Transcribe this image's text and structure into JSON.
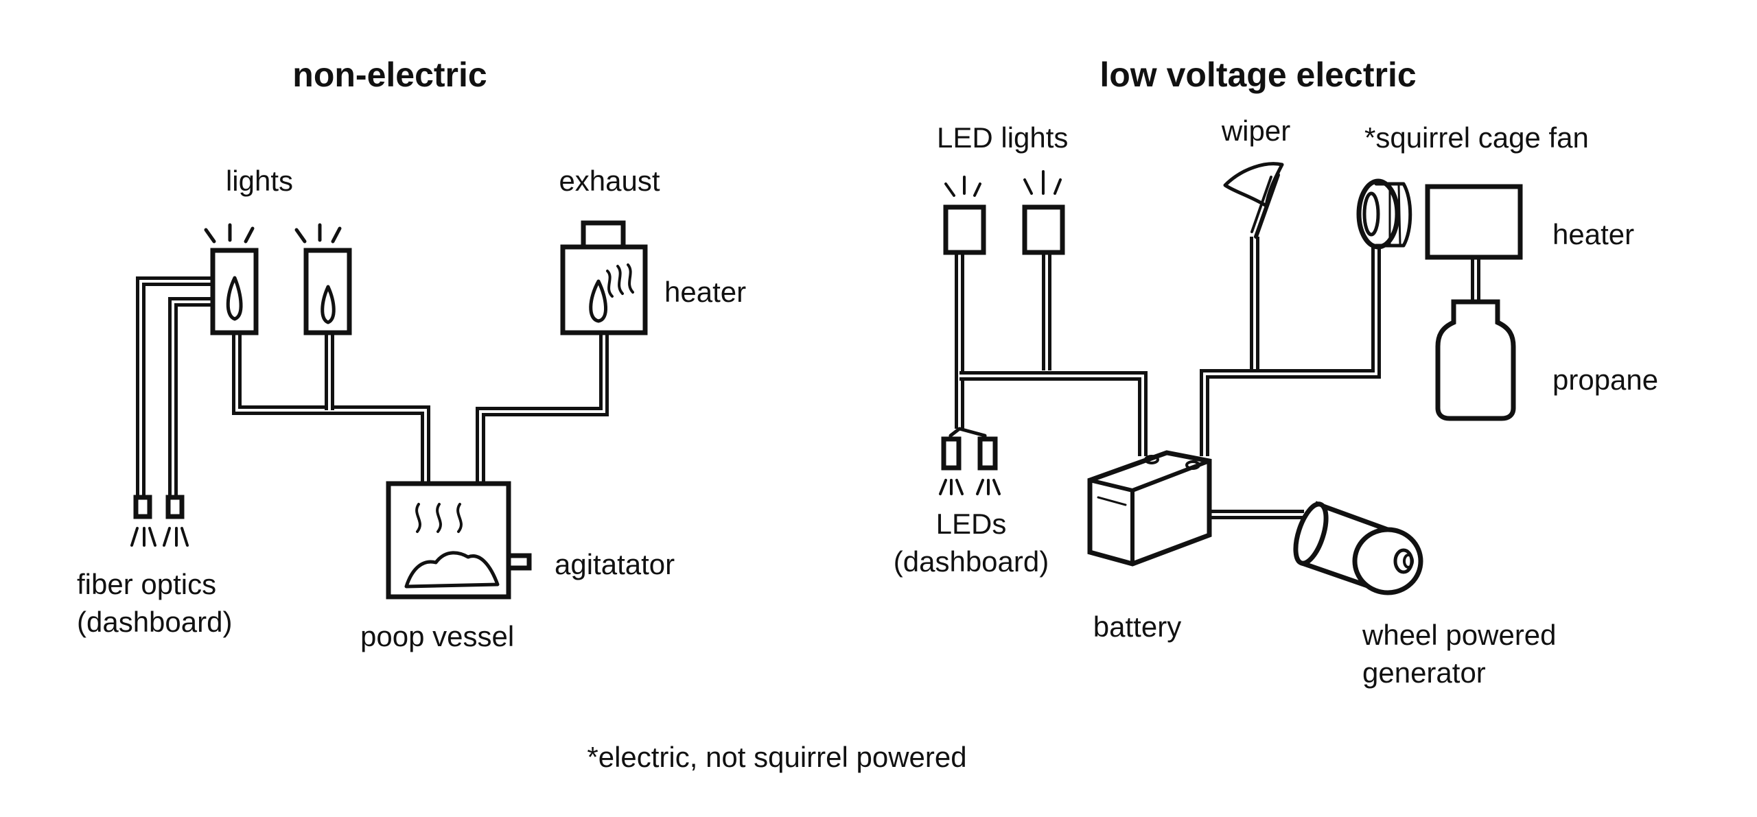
{
  "colors": {
    "ink": "#111111",
    "paper": "#ffffff"
  },
  "left_panel": {
    "title": "non-electric",
    "labels": {
      "lights": "lights",
      "exhaust": "exhaust",
      "heater": "heater",
      "fiber_optics_line1": "fiber optics",
      "fiber_optics_line2": "(dashboard)",
      "agitatator": "agitatator",
      "poop_vessel": "poop vessel"
    }
  },
  "right_panel": {
    "title": "low voltage electric",
    "labels": {
      "led_lights": "LED lights",
      "wiper": "wiper",
      "squirrel_cage_fan": "*squirrel cage fan",
      "heater": "heater",
      "propane": "propane",
      "leds_line1": "LEDs",
      "leds_line2": "(dashboard)",
      "battery": "battery",
      "generator_line1": "wheel powered",
      "generator_line2": "generator"
    }
  },
  "footnote": "*electric, not squirrel powered",
  "icons": [
    "flame-icon",
    "heat-wave-icon",
    "light-rays-icon",
    "wiper-icon",
    "fan-icon",
    "battery-icon",
    "generator-icon",
    "propane-tank-icon"
  ]
}
